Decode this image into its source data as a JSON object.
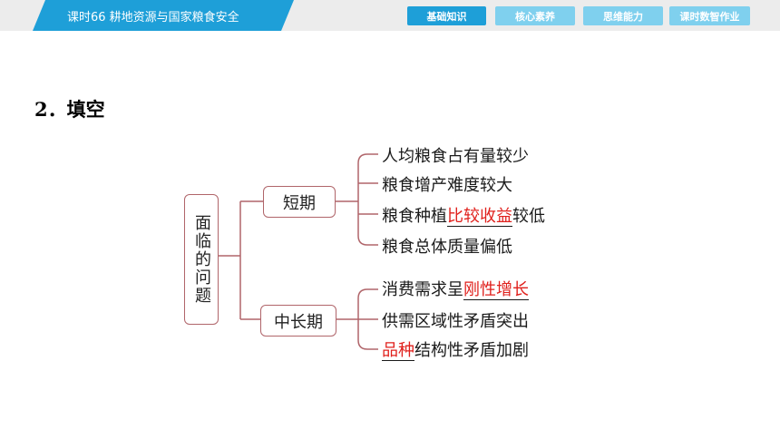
{
  "header": {
    "lesson_title": "课时66    耕地资源与国家粮食安全",
    "nav": [
      {
        "label": "基础知识",
        "color": "#1e9fd8"
      },
      {
        "label": "核心素养",
        "color": "#7fd0ee"
      },
      {
        "label": "思维能力",
        "color": "#7fd0ee"
      },
      {
        "label": "课时数智作业",
        "color": "#7fd0ee"
      }
    ],
    "banner_color": "#1e9fd8"
  },
  "section_title": "2．填空",
  "diagram": {
    "root": "面临的问题",
    "branches": [
      {
        "label": "短期",
        "items": [
          {
            "before": "人均粮食占有量较少",
            "answer": "",
            "after": ""
          },
          {
            "before": "粮食增产难度较大",
            "answer": "",
            "after": ""
          },
          {
            "before": "粮食种植",
            "answer": "比较收益",
            "after": "较低"
          },
          {
            "before": "粮食总体质量偏低",
            "answer": "",
            "after": ""
          }
        ]
      },
      {
        "label": "中长期",
        "items": [
          {
            "before": "消费需求呈",
            "answer": "刚性增长",
            "after": ""
          },
          {
            "before": "供需区域性矛盾突出",
            "answer": "",
            "after": ""
          },
          {
            "before": "",
            "answer": "品种",
            "after": "结构性矛盾加剧"
          }
        ]
      }
    ],
    "line_color": "#b0656a",
    "answer_color": "#e0201c"
  }
}
